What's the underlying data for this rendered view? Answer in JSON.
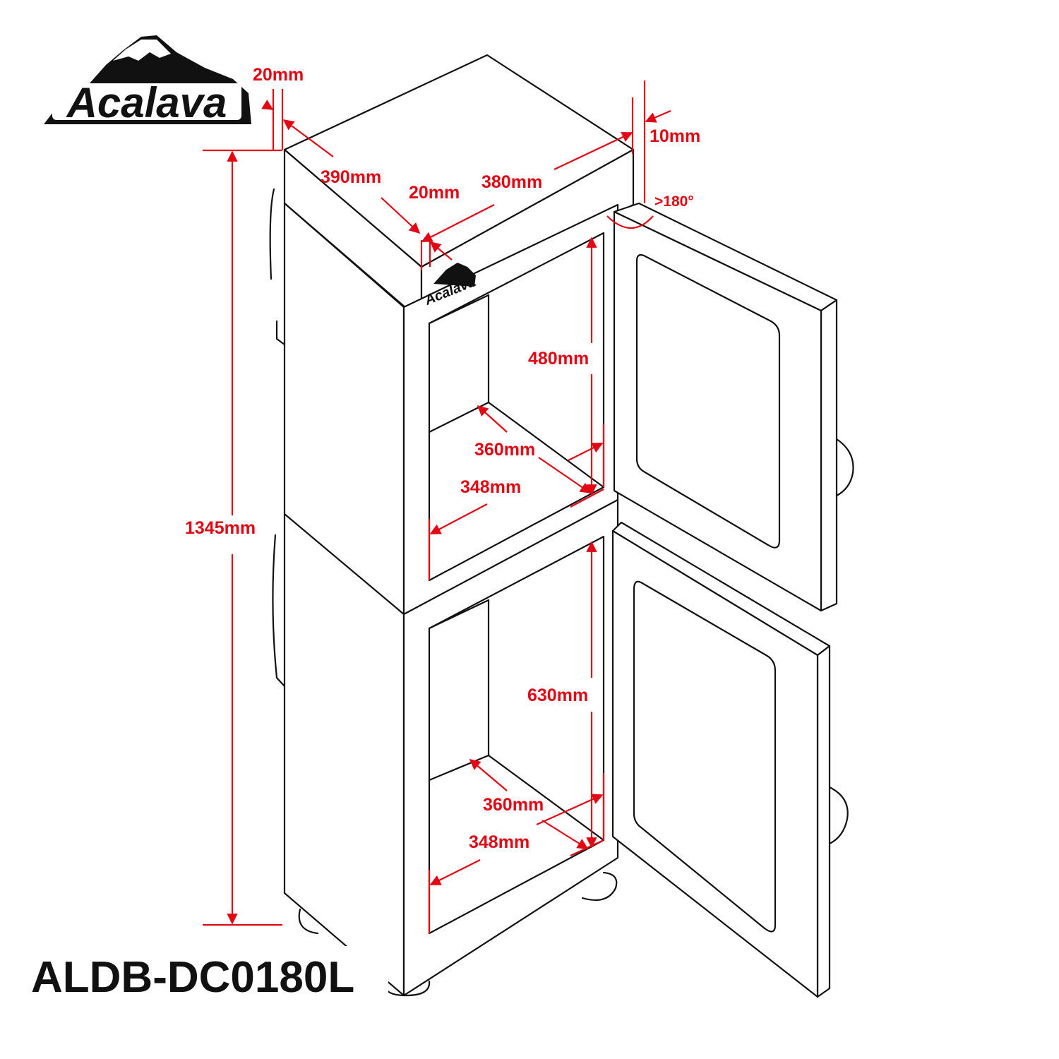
{
  "brand": {
    "logo_text": "Acalava",
    "badge_text": "Acalava"
  },
  "model_number": "ALDB-DC0180L",
  "colors": {
    "dimension": "#e30613",
    "outline": "#111111",
    "background": "#ffffff"
  },
  "dimensions": {
    "top_offset": "20mm",
    "right_offset": "10mm",
    "depth_outer": "390mm",
    "inner_offset": "20mm",
    "width_outer": "380mm",
    "door_angle": ">180°",
    "height_total": "1345mm",
    "upper_height": "480mm",
    "upper_depth": "360mm",
    "upper_width": "348mm",
    "lower_height": "630mm",
    "lower_depth": "360mm",
    "lower_width": "348mm"
  }
}
